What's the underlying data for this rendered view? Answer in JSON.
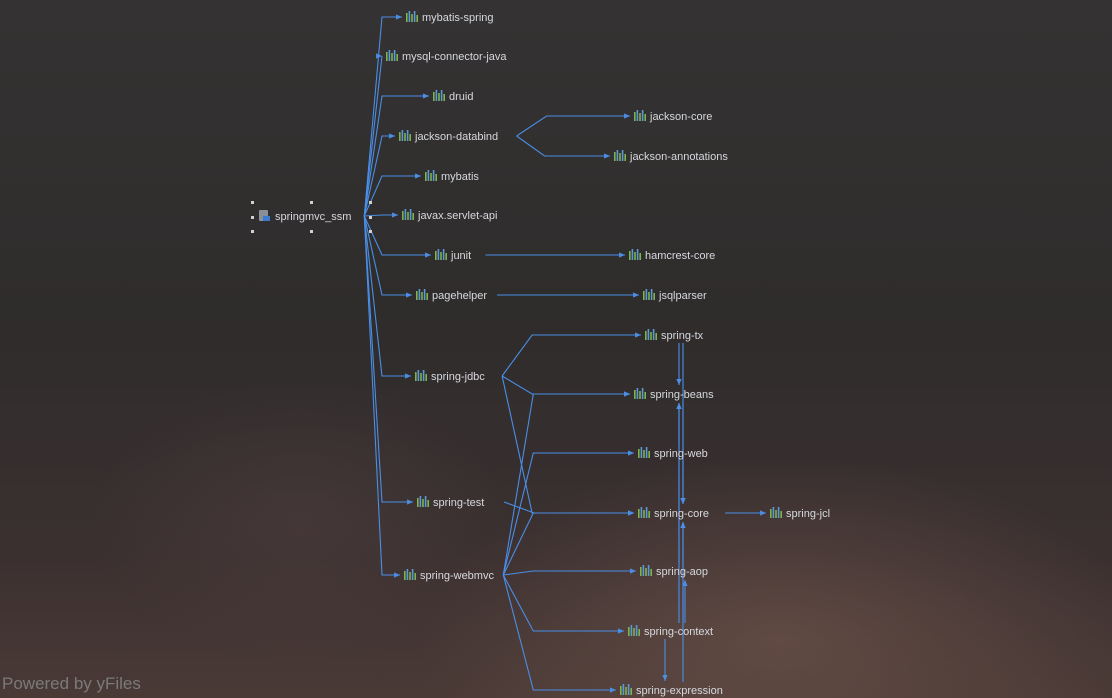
{
  "diagram": {
    "root": {
      "id": "springmvc_ssm",
      "label": "springmvc_ssm",
      "icon": "maven-module-icon"
    },
    "nodes": [
      {
        "id": "mybatis-spring",
        "label": "mybatis-spring",
        "icon": "library-icon"
      },
      {
        "id": "mysql-connector-java",
        "label": "mysql-connector-java",
        "icon": "library-icon"
      },
      {
        "id": "druid",
        "label": "druid",
        "icon": "library-icon"
      },
      {
        "id": "jackson-databind",
        "label": "jackson-databind",
        "icon": "library-icon"
      },
      {
        "id": "jackson-core",
        "label": "jackson-core",
        "icon": "library-icon"
      },
      {
        "id": "jackson-annotations",
        "label": "jackson-annotations",
        "icon": "library-icon"
      },
      {
        "id": "mybatis",
        "label": "mybatis",
        "icon": "library-icon"
      },
      {
        "id": "javax.servlet-api",
        "label": "javax.servlet-api",
        "icon": "library-icon"
      },
      {
        "id": "junit",
        "label": "junit",
        "icon": "library-icon"
      },
      {
        "id": "hamcrest-core",
        "label": "hamcrest-core",
        "icon": "library-icon"
      },
      {
        "id": "pagehelper",
        "label": "pagehelper",
        "icon": "library-icon"
      },
      {
        "id": "jsqlparser",
        "label": "jsqlparser",
        "icon": "library-icon"
      },
      {
        "id": "spring-jdbc",
        "label": "spring-jdbc",
        "icon": "library-icon"
      },
      {
        "id": "spring-test",
        "label": "spring-test",
        "icon": "library-icon"
      },
      {
        "id": "spring-webmvc",
        "label": "spring-webmvc",
        "icon": "library-icon"
      },
      {
        "id": "spring-tx",
        "label": "spring-tx",
        "icon": "library-icon"
      },
      {
        "id": "spring-beans",
        "label": "spring-beans",
        "icon": "library-icon"
      },
      {
        "id": "spring-web",
        "label": "spring-web",
        "icon": "library-icon"
      },
      {
        "id": "spring-core",
        "label": "spring-core",
        "icon": "library-icon"
      },
      {
        "id": "spring-jcl",
        "label": "spring-jcl",
        "icon": "library-icon"
      },
      {
        "id": "spring-aop",
        "label": "spring-aop",
        "icon": "library-icon"
      },
      {
        "id": "spring-context",
        "label": "spring-context",
        "icon": "library-icon"
      },
      {
        "id": "spring-expression",
        "label": "spring-expression",
        "icon": "library-icon"
      }
    ],
    "edges": [
      [
        "springmvc_ssm",
        "mybatis-spring"
      ],
      [
        "springmvc_ssm",
        "mysql-connector-java"
      ],
      [
        "springmvc_ssm",
        "druid"
      ],
      [
        "springmvc_ssm",
        "jackson-databind"
      ],
      [
        "springmvc_ssm",
        "mybatis"
      ],
      [
        "springmvc_ssm",
        "javax.servlet-api"
      ],
      [
        "springmvc_ssm",
        "junit"
      ],
      [
        "springmvc_ssm",
        "pagehelper"
      ],
      [
        "springmvc_ssm",
        "spring-jdbc"
      ],
      [
        "springmvc_ssm",
        "spring-test"
      ],
      [
        "springmvc_ssm",
        "spring-webmvc"
      ],
      [
        "jackson-databind",
        "jackson-core"
      ],
      [
        "jackson-databind",
        "jackson-annotations"
      ],
      [
        "junit",
        "hamcrest-core"
      ],
      [
        "pagehelper",
        "jsqlparser"
      ],
      [
        "spring-jdbc",
        "spring-tx"
      ],
      [
        "spring-jdbc",
        "spring-beans"
      ],
      [
        "spring-jdbc",
        "spring-core"
      ],
      [
        "spring-tx",
        "spring-beans"
      ],
      [
        "spring-tx",
        "spring-core"
      ],
      [
        "spring-test",
        "spring-core"
      ],
      [
        "spring-webmvc",
        "spring-aop"
      ],
      [
        "spring-webmvc",
        "spring-beans"
      ],
      [
        "spring-webmvc",
        "spring-context"
      ],
      [
        "spring-webmvc",
        "spring-core"
      ],
      [
        "spring-webmvc",
        "spring-expression"
      ],
      [
        "spring-webmvc",
        "spring-web"
      ],
      [
        "spring-web",
        "spring-beans"
      ],
      [
        "spring-web",
        "spring-core"
      ],
      [
        "spring-beans",
        "spring-core"
      ],
      [
        "spring-core",
        "spring-jcl"
      ],
      [
        "spring-aop",
        "spring-beans"
      ],
      [
        "spring-aop",
        "spring-core"
      ],
      [
        "spring-context",
        "spring-aop"
      ],
      [
        "spring-context",
        "spring-beans"
      ],
      [
        "spring-context",
        "spring-core"
      ],
      [
        "spring-context",
        "spring-expression"
      ],
      [
        "spring-expression",
        "spring-core"
      ]
    ]
  },
  "footer": {
    "watermark": "Powered by yFiles"
  },
  "colors": {
    "edge": "#4a8ee6",
    "label": "#d6d9de",
    "icon_bar": "#7fb34d",
    "icon_bar_alt": "#5a9ad6"
  }
}
